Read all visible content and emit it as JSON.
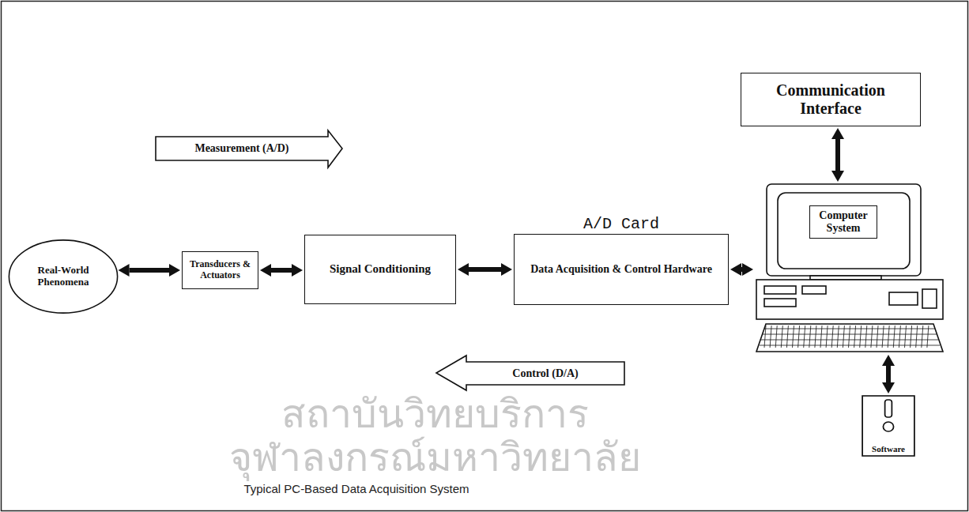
{
  "diagram": {
    "caption": "Typical PC-Based Data Acquisition System",
    "nodes": [
      {
        "text": [
          "Real-World Phenomena"
        ]
      },
      {
        "text": [
          "Transducers & Actuators"
        ]
      },
      {
        "text": [
          "Signal Conditioning"
        ]
      },
      {
        "text": [
          "A/D Card",
          "Data Acquisition & Control Hardware"
        ]
      },
      {
        "text": [
          "Communication Interface"
        ]
      },
      {
        "text": [
          "Computer System"
        ]
      },
      {
        "text": [
          "Software"
        ]
      }
    ],
    "edges": [
      {
        "from": 0,
        "to": 1,
        "arrow": "both"
      },
      {
        "from": 1,
        "to": 2,
        "arrow": "both"
      },
      {
        "from": 2,
        "to": 3,
        "arrow": "both"
      },
      {
        "from": 3,
        "to": 5,
        "arrow": "both"
      },
      {
        "from": 5,
        "to": 4,
        "arrow": "both"
      },
      {
        "from": 5,
        "to": 6,
        "arrow": "both"
      }
    ],
    "labels": [
      "Measurement (A/D)",
      "Control (D/A)",
      "สถาบันวิทยบริการ",
      "จุฬาลงกรณ์มหาวิทยาลัย"
    ]
  }
}
